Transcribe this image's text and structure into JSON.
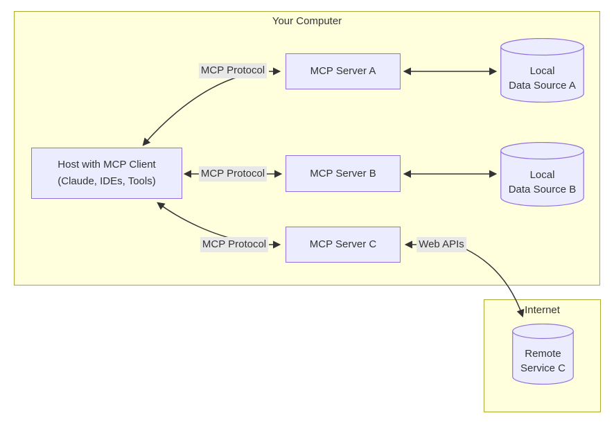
{
  "clusters": {
    "computer": {
      "label": "Your Computer"
    },
    "internet": {
      "label": "Internet"
    }
  },
  "nodes": {
    "host": {
      "line1": "Host with MCP Client",
      "line2": "(Claude, IDEs, Tools)"
    },
    "server_a": {
      "label": "MCP Server A"
    },
    "server_b": {
      "label": "MCP Server B"
    },
    "server_c": {
      "label": "MCP Server C"
    },
    "data_a": {
      "line1": "Local",
      "line2": "Data Source A"
    },
    "data_b": {
      "line1": "Local",
      "line2": "Data Source B"
    },
    "remote_c": {
      "line1": "Remote",
      "line2": "Service C"
    }
  },
  "edge_labels": {
    "protocol_a": "MCP Protocol",
    "protocol_b": "MCP Protocol",
    "protocol_c": "MCP Protocol",
    "web_apis": "Web APIs"
  },
  "colors": {
    "cluster_fill": "#ffffde",
    "cluster_border": "#aaaa33",
    "node_fill": "#ECECFF",
    "node_border": "#9370DB",
    "edge_label_bg": "#e8e8e8",
    "line": "#333333",
    "text": "#333333"
  }
}
